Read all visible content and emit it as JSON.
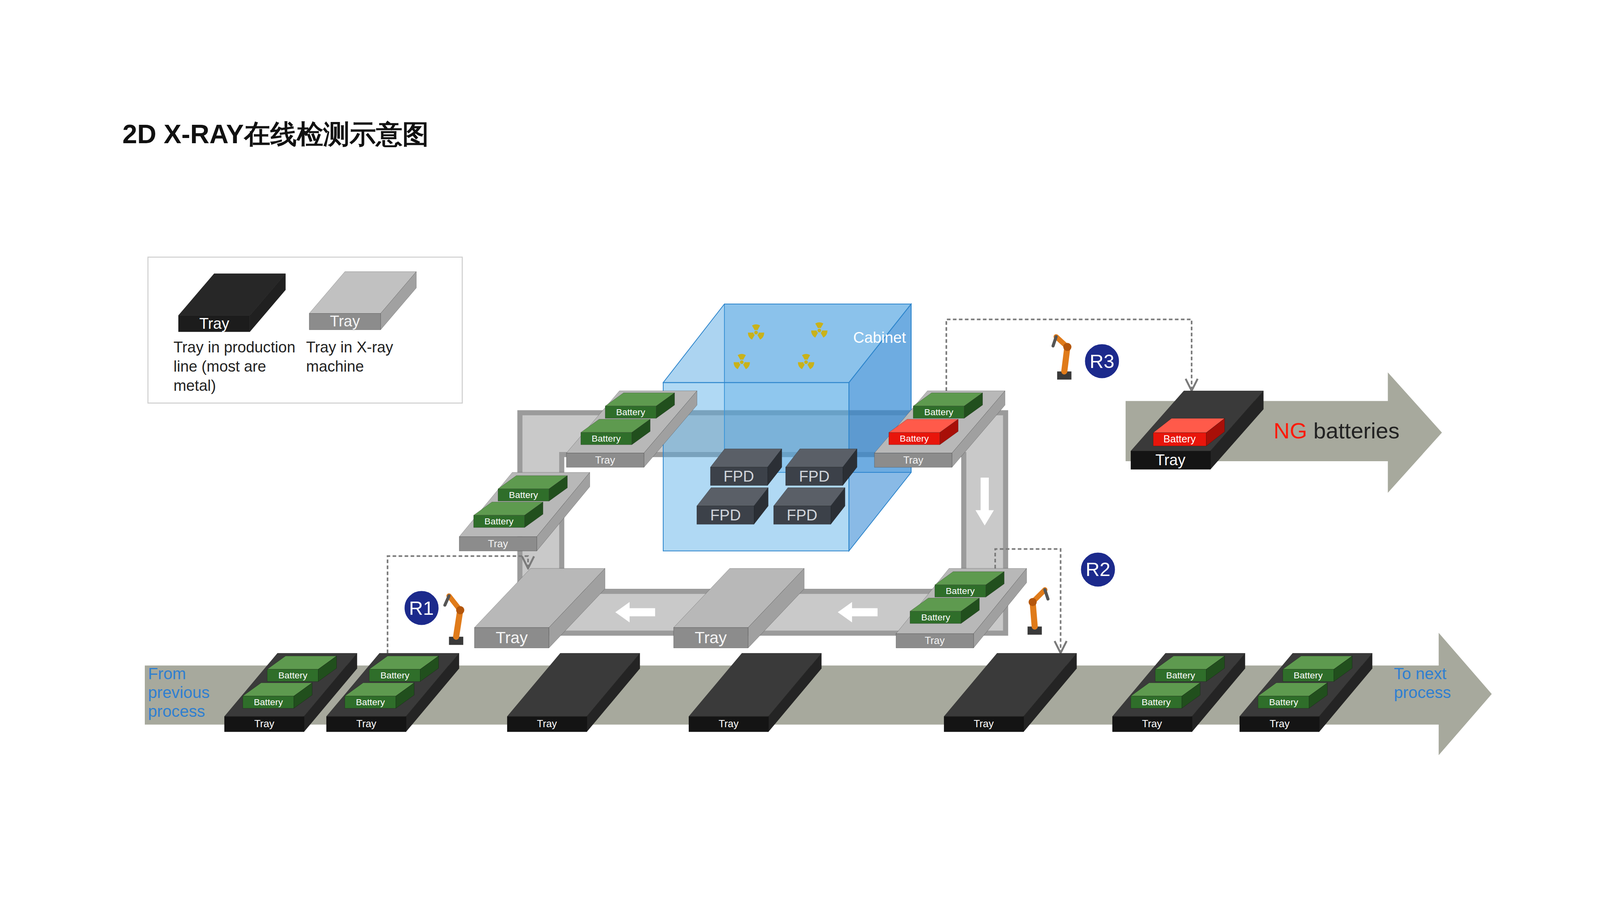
{
  "diagram": {
    "title": "2D X-RAY在线检测示意图",
    "nodes": [
      {
        "text": [
          "Cabinet"
        ]
      },
      {
        "text": [
          "FPD"
        ],
        "in": 0
      },
      {
        "text": [
          "FPD"
        ],
        "in": 0
      },
      {
        "text": [
          "FPD"
        ],
        "in": 0
      },
      {
        "text": [
          "FPD"
        ],
        "in": 0
      },
      {
        "text": [
          "Tray"
        ]
      },
      {
        "text": [
          "Battery"
        ],
        "in": 5
      },
      {
        "text": [
          "Battery"
        ],
        "in": 5
      },
      {
        "text": [
          "Tray"
        ]
      },
      {
        "text": [
          "Battery"
        ],
        "in": 8
      },
      {
        "text": [
          "Battery"
        ],
        "in": 8
      },
      {
        "text": [
          "Tray"
        ]
      },
      {
        "text": [
          "Battery"
        ],
        "in": 11
      },
      {
        "text": [
          "Battery"
        ],
        "in": 11
      },
      {
        "text": [
          "NG",
          "batteries"
        ]
      },
      {
        "text": [
          "Tray"
        ],
        "in": 14
      },
      {
        "text": [
          "Battery"
        ],
        "in": 15
      },
      {
        "text": [
          "R3"
        ]
      },
      {
        "text": [
          "Tray"
        ]
      },
      {
        "text": [
          "Tray"
        ]
      },
      {
        "text": [
          "Tray"
        ]
      },
      {
        "text": [
          "Battery"
        ],
        "in": 20
      },
      {
        "text": [
          "Battery"
        ],
        "in": 20
      },
      {
        "text": [
          "R1"
        ]
      },
      {
        "text": [
          "R2"
        ]
      },
      {
        "text": [
          "From previous process",
          "To next process"
        ]
      },
      {
        "text": [
          "Tray"
        ],
        "in": 25
      },
      {
        "text": [
          "Battery"
        ],
        "in": 26
      },
      {
        "text": [
          "Battery"
        ],
        "in": 26
      },
      {
        "text": [
          "Tray"
        ],
        "in": 25
      },
      {
        "text": [
          "Battery"
        ],
        "in": 29
      },
      {
        "text": [
          "Battery"
        ],
        "in": 29
      },
      {
        "text": [
          "Tray"
        ],
        "in": 25
      },
      {
        "text": [
          "Tray"
        ],
        "in": 25
      },
      {
        "text": [
          "Tray"
        ],
        "in": 25
      },
      {
        "text": [
          "Tray"
        ],
        "in": 25
      },
      {
        "text": [
          "Battery"
        ],
        "in": 35
      },
      {
        "text": [
          "Battery"
        ],
        "in": 35
      },
      {
        "text": [
          "Tray"
        ],
        "in": 25
      },
      {
        "text": [
          "Battery"
        ],
        "in": 38
      },
      {
        "text": [
          "Battery"
        ],
        "in": 38
      }
    ],
    "edges": [
      {
        "from": 29,
        "to": 18,
        "arrow": "to"
      },
      {
        "from": 20,
        "to": 34,
        "arrow": "to"
      },
      {
        "from": 11,
        "to": 15,
        "arrow": "to"
      }
    ],
    "labels": [
      "Tray",
      "Tray"
    ],
    "legend": [
      {
        "text": "Tray in production line (most are metal)",
        "color": "#1c1c1c"
      },
      {
        "text": "Tray in X-ray machine",
        "color": "#8c8c8c"
      }
    ]
  }
}
